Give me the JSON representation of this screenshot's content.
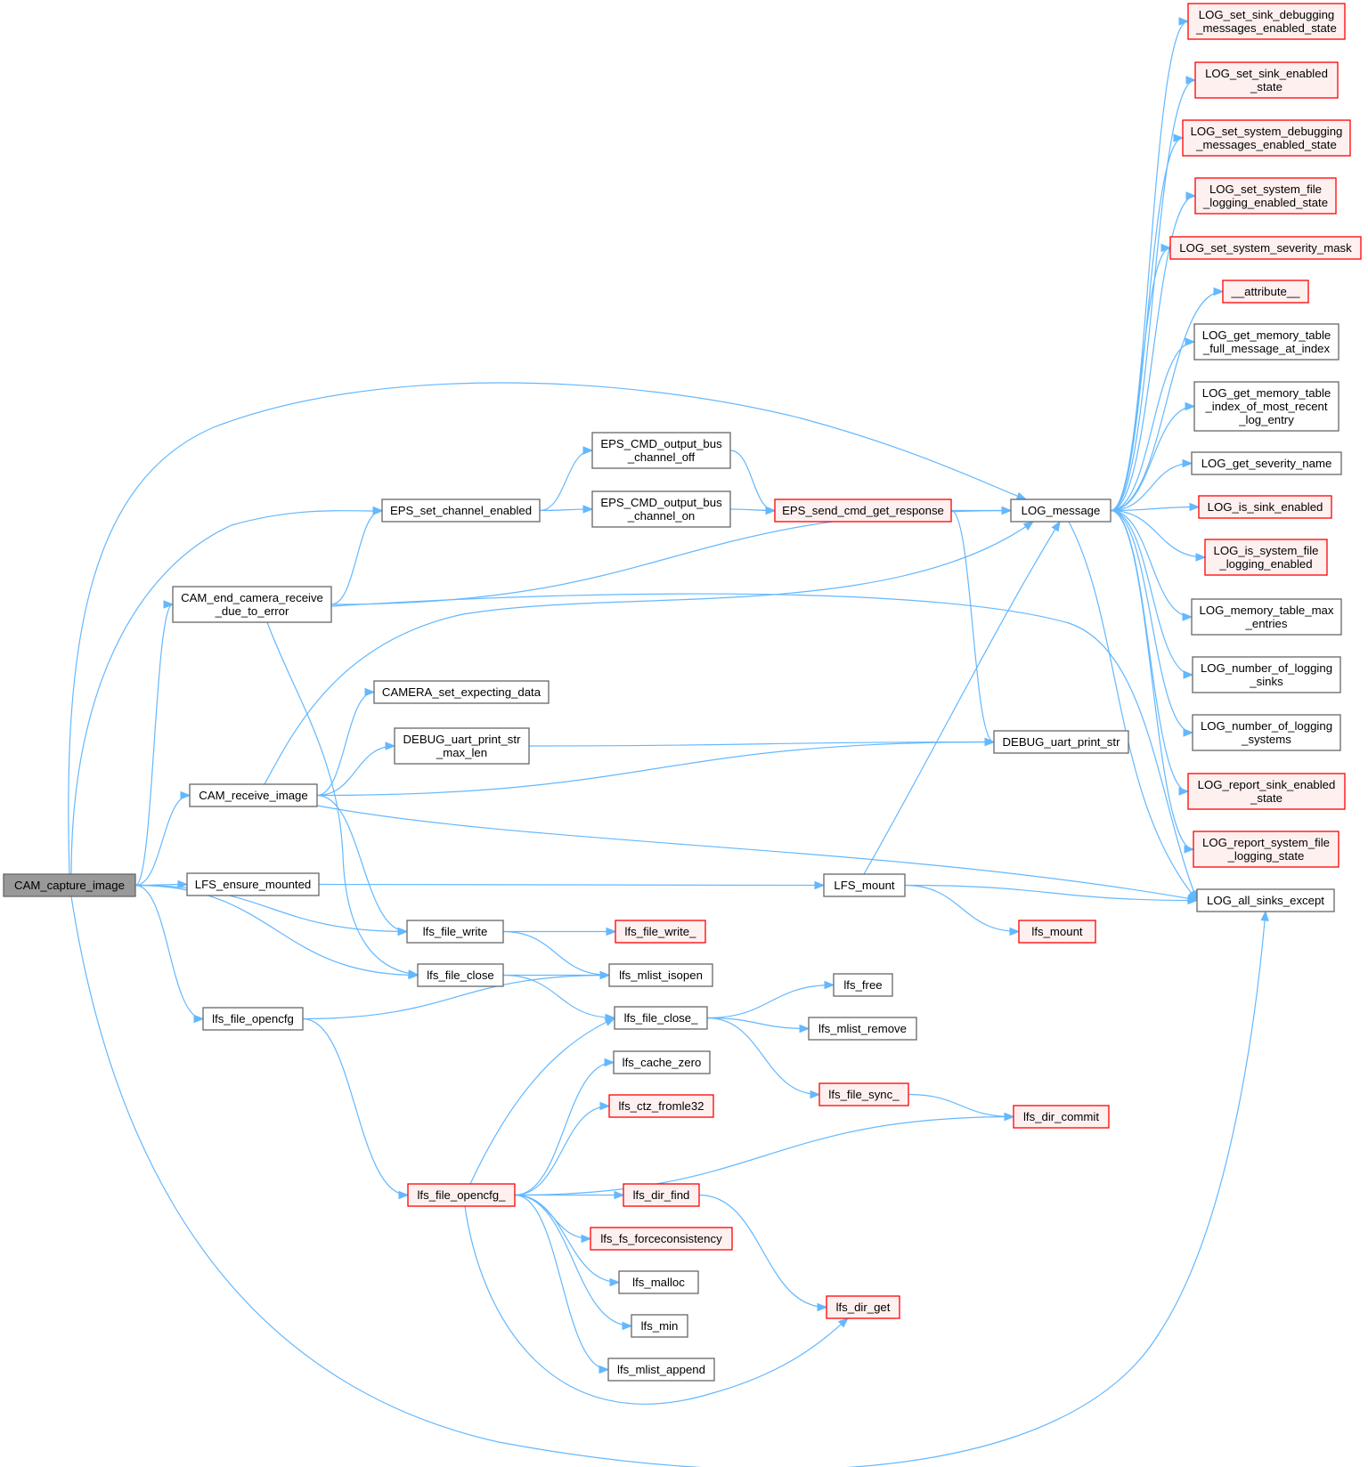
{
  "graph": {
    "colors": {
      "edge": "#63b8ff",
      "root_fill": "#999999",
      "root_stroke": "#666666",
      "node_fill": "#ffffff",
      "node_stroke": "#666666",
      "ext_fill": "#fff0f0",
      "ext_stroke": "#ff0000"
    },
    "nodes": [
      {
        "id": "cam_capture",
        "label": "CAM_capture_image",
        "style": "root"
      },
      {
        "id": "eps_set_channel",
        "label": "EPS_set_channel_enabled",
        "style": "normal"
      },
      {
        "id": "cam_end",
        "label": "CAM_end_camera_receive\n_due_to_error",
        "style": "normal"
      },
      {
        "id": "cam_receive",
        "label": "CAM_receive_image",
        "style": "normal"
      },
      {
        "id": "lfs_ensure",
        "label": "LFS_ensure_mounted",
        "style": "normal"
      },
      {
        "id": "lfs_opencfg",
        "label": "lfs_file_opencfg",
        "style": "normal"
      },
      {
        "id": "camera_set",
        "label": "CAMERA_set_expecting_data",
        "style": "normal"
      },
      {
        "id": "debug_max",
        "label": "DEBUG_uart_print_str\n_max_len",
        "style": "normal"
      },
      {
        "id": "lfs_write",
        "label": "lfs_file_write",
        "style": "normal"
      },
      {
        "id": "lfs_close",
        "label": "lfs_file_close",
        "style": "normal"
      },
      {
        "id": "lfs_opencfg_",
        "label": "lfs_file_opencfg_",
        "style": "external"
      },
      {
        "id": "eps_off",
        "label": "EPS_CMD_output_bus\n_channel_off",
        "style": "normal"
      },
      {
        "id": "eps_on",
        "label": "EPS_CMD_output_bus\n_channel_on",
        "style": "normal"
      },
      {
        "id": "lfs_write_",
        "label": "lfs_file_write_",
        "style": "external"
      },
      {
        "id": "lfs_isopen",
        "label": "lfs_mlist_isopen",
        "style": "normal"
      },
      {
        "id": "lfs_close_",
        "label": "lfs_file_close_",
        "style": "normal"
      },
      {
        "id": "lfs_cache_zero",
        "label": "lfs_cache_zero",
        "style": "normal"
      },
      {
        "id": "lfs_ctz",
        "label": "lfs_ctz_fromle32",
        "style": "external"
      },
      {
        "id": "lfs_dir_find",
        "label": "lfs_dir_find",
        "style": "external"
      },
      {
        "id": "lfs_forcecons",
        "label": "lfs_fs_forceconsistency",
        "style": "external"
      },
      {
        "id": "lfs_malloc",
        "label": "lfs_malloc",
        "style": "normal"
      },
      {
        "id": "lfs_min",
        "label": "lfs_min",
        "style": "normal"
      },
      {
        "id": "lfs_mlist_append",
        "label": "lfs_mlist_append",
        "style": "normal"
      },
      {
        "id": "eps_send",
        "label": "EPS_send_cmd_get_response",
        "style": "external"
      },
      {
        "id": "lfs_mount_up",
        "label": "LFS_mount",
        "style": "normal"
      },
      {
        "id": "lfs_free",
        "label": "lfs_free",
        "style": "normal"
      },
      {
        "id": "lfs_mlist_remove",
        "label": "lfs_mlist_remove",
        "style": "normal"
      },
      {
        "id": "lfs_sync",
        "label": "lfs_file_sync_",
        "style": "external"
      },
      {
        "id": "lfs_dir_get",
        "label": "lfs_dir_get",
        "style": "external"
      },
      {
        "id": "log_message",
        "label": "LOG_message",
        "style": "normal"
      },
      {
        "id": "debug_print",
        "label": "DEBUG_uart_print_str",
        "style": "normal"
      },
      {
        "id": "lfs_mount_low",
        "label": "lfs_mount",
        "style": "external"
      },
      {
        "id": "lfs_dir_commit",
        "label": "lfs_dir_commit",
        "style": "external"
      },
      {
        "id": "log_sink_debug",
        "label": "LOG_set_sink_debugging\n_messages_enabled_state",
        "style": "external"
      },
      {
        "id": "log_sink_enabled",
        "label": "LOG_set_sink_enabled\n_state",
        "style": "external"
      },
      {
        "id": "log_sys_debug",
        "label": "LOG_set_system_debugging\n_messages_enabled_state",
        "style": "external"
      },
      {
        "id": "log_sys_file",
        "label": "LOG_set_system_file\n_logging_enabled_state",
        "style": "external"
      },
      {
        "id": "log_sys_sev",
        "label": "LOG_set_system_severity_mask",
        "style": "external"
      },
      {
        "id": "attribute",
        "label": "__attribute__",
        "style": "external"
      },
      {
        "id": "log_mem_full",
        "label": "LOG_get_memory_table\n_full_message_at_index",
        "style": "normal"
      },
      {
        "id": "log_mem_index",
        "label": "LOG_get_memory_table\n_index_of_most_recent\n_log_entry",
        "style": "normal"
      },
      {
        "id": "log_sev_name",
        "label": "LOG_get_severity_name",
        "style": "normal"
      },
      {
        "id": "log_is_sink",
        "label": "LOG_is_sink_enabled",
        "style": "external"
      },
      {
        "id": "log_is_sys_file",
        "label": "LOG_is_system_file\n_logging_enabled",
        "style": "external"
      },
      {
        "id": "log_mem_max",
        "label": "LOG_memory_table_max\n_entries",
        "style": "normal"
      },
      {
        "id": "log_num_sinks",
        "label": "LOG_number_of_logging\n_sinks",
        "style": "normal"
      },
      {
        "id": "log_num_sys",
        "label": "LOG_number_of_logging\n_systems",
        "style": "normal"
      },
      {
        "id": "log_rep_sink",
        "label": "LOG_report_sink_enabled\n_state",
        "style": "external"
      },
      {
        "id": "log_rep_sys",
        "label": "LOG_report_system_file\n_logging_state",
        "style": "external"
      },
      {
        "id": "log_all_sinks",
        "label": "LOG_all_sinks_except",
        "style": "normal"
      }
    ],
    "edges": [
      [
        "cam_capture",
        "log_message"
      ],
      [
        "cam_capture",
        "eps_set_channel"
      ],
      [
        "cam_capture",
        "cam_end"
      ],
      [
        "cam_capture",
        "cam_receive"
      ],
      [
        "cam_capture",
        "lfs_ensure"
      ],
      [
        "cam_capture",
        "lfs_write"
      ],
      [
        "cam_capture",
        "lfs_close"
      ],
      [
        "cam_capture",
        "lfs_opencfg"
      ],
      [
        "cam_capture",
        "log_all_sinks"
      ],
      [
        "eps_set_channel",
        "eps_off"
      ],
      [
        "eps_set_channel",
        "eps_on"
      ],
      [
        "eps_off",
        "eps_send"
      ],
      [
        "eps_on",
        "eps_send"
      ],
      [
        "eps_send",
        "log_message"
      ],
      [
        "eps_send",
        "debug_print"
      ],
      [
        "cam_end",
        "eps_set_channel"
      ],
      [
        "cam_end",
        "log_message"
      ],
      [
        "cam_end",
        "log_all_sinks"
      ],
      [
        "cam_end",
        "lfs_close"
      ],
      [
        "cam_receive",
        "log_message"
      ],
      [
        "cam_receive",
        "camera_set"
      ],
      [
        "cam_receive",
        "debug_max"
      ],
      [
        "cam_receive",
        "debug_print"
      ],
      [
        "cam_receive",
        "log_all_sinks"
      ],
      [
        "cam_receive",
        "lfs_write"
      ],
      [
        "debug_max",
        "debug_print"
      ],
      [
        "lfs_ensure",
        "lfs_mount_up"
      ],
      [
        "lfs_mount_up",
        "log_message"
      ],
      [
        "lfs_mount_up",
        "log_all_sinks"
      ],
      [
        "lfs_mount_up",
        "lfs_mount_low"
      ],
      [
        "lfs_write",
        "lfs_write_"
      ],
      [
        "lfs_write",
        "lfs_isopen"
      ],
      [
        "lfs_close",
        "lfs_isopen"
      ],
      [
        "lfs_close",
        "lfs_close_"
      ],
      [
        "lfs_opencfg",
        "lfs_isopen"
      ],
      [
        "lfs_opencfg",
        "lfs_opencfg_"
      ],
      [
        "lfs_close_",
        "lfs_free"
      ],
      [
        "lfs_close_",
        "lfs_mlist_remove"
      ],
      [
        "lfs_close_",
        "lfs_sync"
      ],
      [
        "lfs_sync",
        "lfs_dir_commit"
      ],
      [
        "lfs_opencfg_",
        "lfs_close_"
      ],
      [
        "lfs_opencfg_",
        "lfs_cache_zero"
      ],
      [
        "lfs_opencfg_",
        "lfs_ctz"
      ],
      [
        "lfs_opencfg_",
        "lfs_dir_commit"
      ],
      [
        "lfs_opencfg_",
        "lfs_dir_find"
      ],
      [
        "lfs_opencfg_",
        "lfs_forcecons"
      ],
      [
        "lfs_opencfg_",
        "lfs_malloc"
      ],
      [
        "lfs_opencfg_",
        "lfs_min"
      ],
      [
        "lfs_opencfg_",
        "lfs_mlist_append"
      ],
      [
        "lfs_opencfg_",
        "lfs_dir_get"
      ],
      [
        "lfs_dir_find",
        "lfs_dir_get"
      ],
      [
        "log_message",
        "log_sink_debug"
      ],
      [
        "log_message",
        "log_sink_enabled"
      ],
      [
        "log_message",
        "log_sys_debug"
      ],
      [
        "log_message",
        "log_sys_file"
      ],
      [
        "log_message",
        "log_sys_sev"
      ],
      [
        "log_message",
        "attribute"
      ],
      [
        "log_message",
        "log_mem_full"
      ],
      [
        "log_message",
        "log_mem_index"
      ],
      [
        "log_message",
        "log_sev_name"
      ],
      [
        "log_message",
        "log_is_sink"
      ],
      [
        "log_message",
        "log_is_sys_file"
      ],
      [
        "log_message",
        "log_mem_max"
      ],
      [
        "log_message",
        "log_num_sinks"
      ],
      [
        "log_message",
        "log_num_sys"
      ],
      [
        "log_message",
        "log_rep_sink"
      ],
      [
        "log_message",
        "log_rep_sys"
      ],
      [
        "log_message",
        "log_all_sinks"
      ]
    ]
  }
}
